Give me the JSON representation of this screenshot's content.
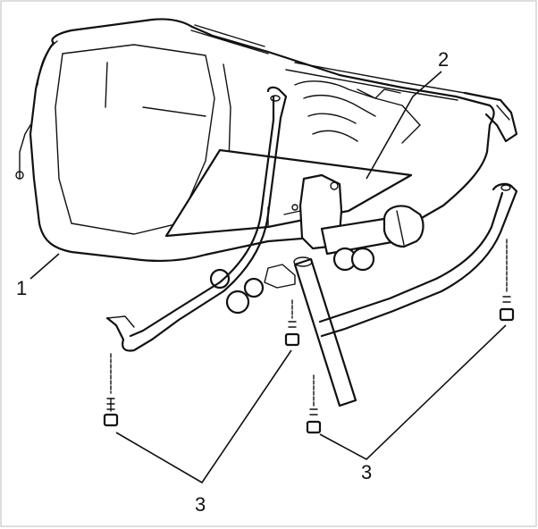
{
  "callouts": {
    "fuel_tank": "1",
    "heat_shield": "2",
    "bolts_left": "3",
    "bolts_right": "3"
  }
}
